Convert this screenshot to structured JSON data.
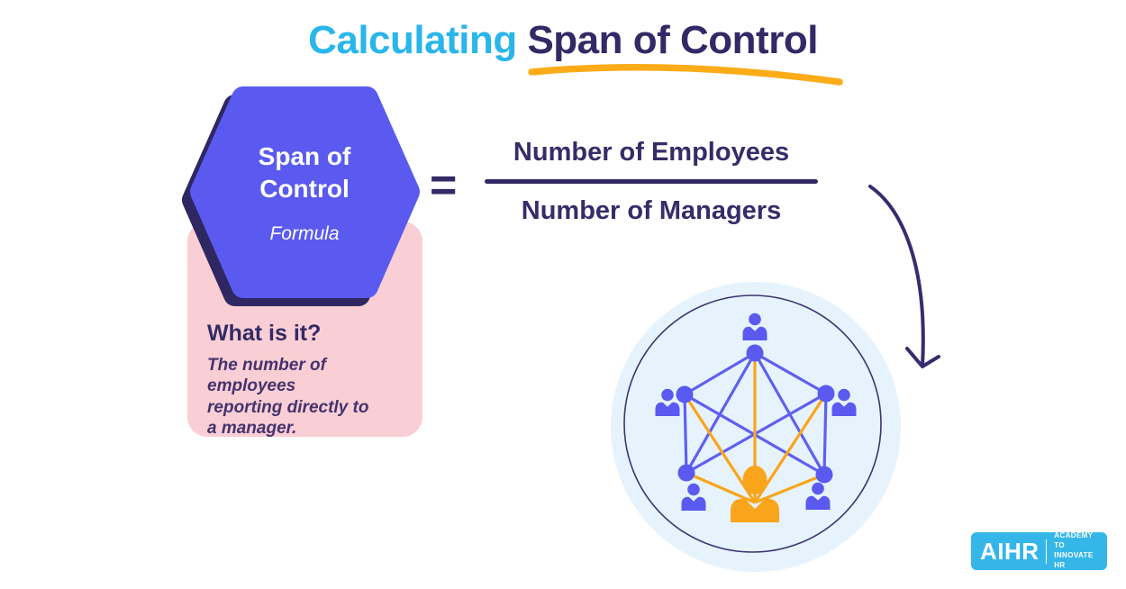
{
  "title": {
    "highlight": "Calculating",
    "rest": " Span of Control"
  },
  "card": {
    "hexagon": {
      "line1": "Span of",
      "line2": "Control",
      "subtitle": "Formula"
    },
    "heading": "What is it?",
    "definition": [
      "The number of employees",
      "reporting directly to",
      "a manager."
    ]
  },
  "formula": {
    "equals": "=",
    "numerator": "Number of Employees",
    "denominator": "Number of Managers"
  },
  "network_diagram": {
    "description": "one orange manager connected to five purple employees",
    "employee_count": 5,
    "manager_count": 1
  },
  "logo": {
    "brand": "AIHR",
    "tagline": [
      "ACADEMY TO",
      "INNOVATE HR"
    ]
  },
  "colors": {
    "cyan": "#29B6EA",
    "navy": "#322A66",
    "purple": "#5A5AF0",
    "hex_shadow": "#2E2761",
    "pink": "#F9CED4",
    "orange": "#F9A51B",
    "underline_orange": "#FBAC18",
    "circle_fill": "#E6F3FC",
    "ring_navy": "#3E3472",
    "logo_blue": "#35B6E9"
  }
}
